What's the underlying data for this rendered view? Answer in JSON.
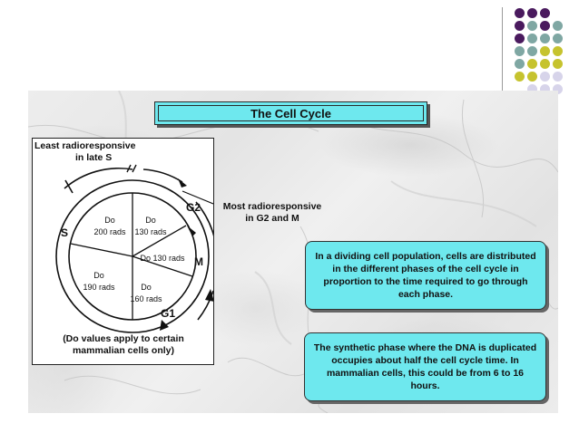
{
  "title": "The Cell Cycle",
  "diagram": {
    "least_label_line1": "Least radioresponsive",
    "least_label_line2": "in late S",
    "most_label_line1": "Most radioresponsive",
    "most_label_line2": "in G2 and M",
    "phase_s": "S",
    "phase_g2": "G2",
    "phase_m": "M",
    "phase_g1": "G1",
    "segments": [
      {
        "line1": "Do",
        "line2": "200 rads"
      },
      {
        "line1": "Do",
        "line2": "130 rads"
      },
      {
        "line1": "Do 130 rads"
      },
      {
        "line1": "Do",
        "line2": "160 rads"
      },
      {
        "line1": "Do",
        "line2": "190 rads"
      }
    ],
    "footnote_line1": "(Do values apply to certain",
    "footnote_line2": "mammalian cells only)"
  },
  "info_box_1": "In a dividing cell population, cells are distributed in the different phases of the cell cycle in proportion to the time required to go through each phase.",
  "info_box_2": "The synthetic phase where the DNA is duplicated occupies about half the cell cycle time. In mammalian cells, this could be from 6 to 16 hours.",
  "colors": {
    "box_fill": "#6ee8ee",
    "dot_purple": "#4a1a5e",
    "dot_teal": "#7fa7a3",
    "dot_yellow": "#c6c32e",
    "dot_lavender": "#d7d4ea"
  }
}
